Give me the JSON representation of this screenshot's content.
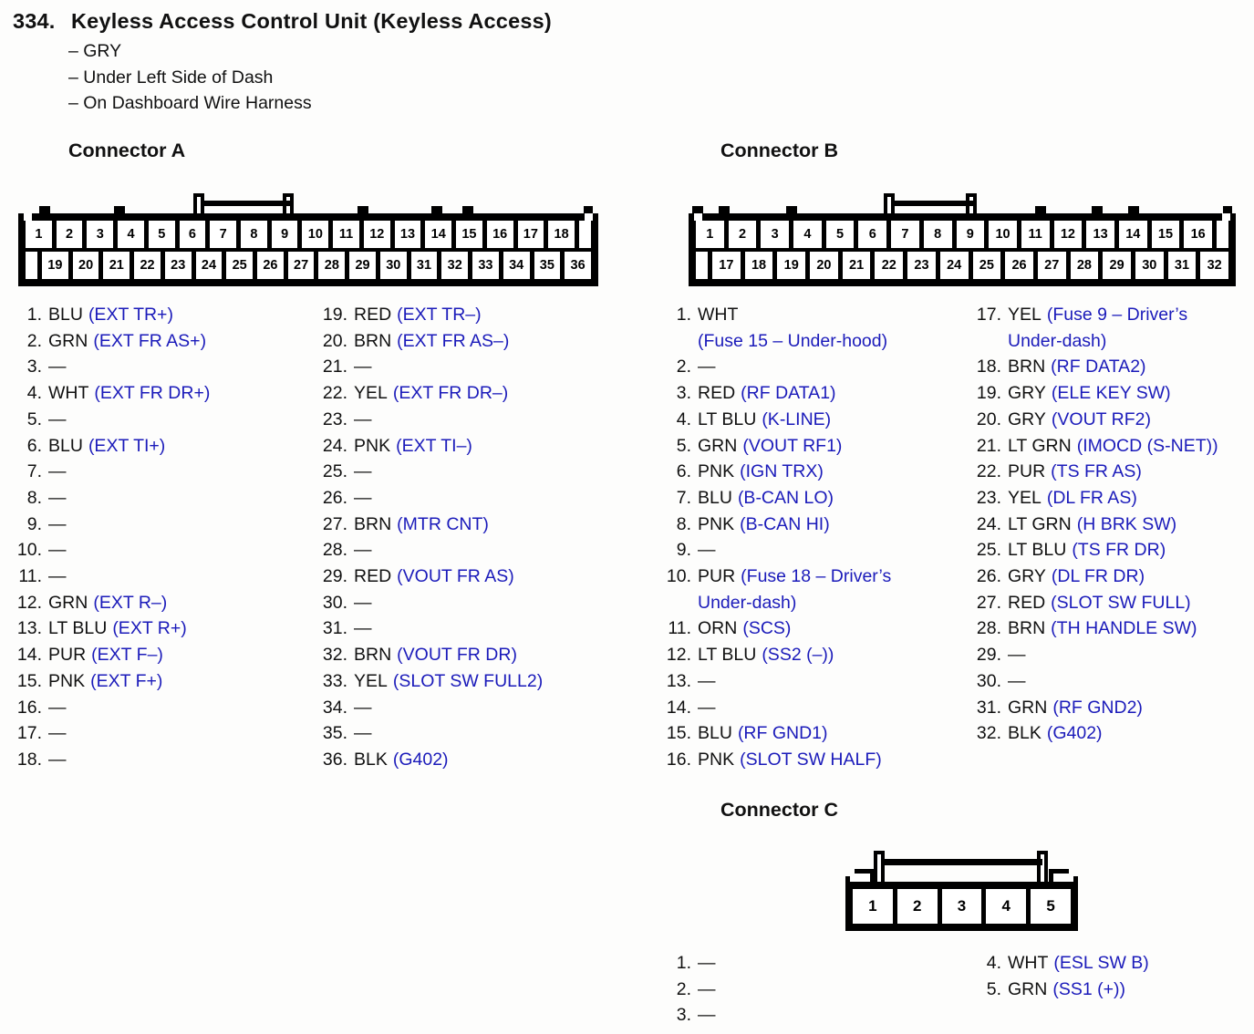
{
  "page": {
    "number": "334.",
    "title": "Keyless Access Control Unit (Keyless Access)",
    "bullets": [
      "– GRY",
      "– Under Left Side of Dash",
      "– On Dashboard Wire Harness"
    ]
  },
  "colors": {
    "signal_blue": "#1b1bba",
    "ink": "#111111"
  },
  "connector_a": {
    "heading": "Connector A",
    "diagram": {
      "top": [
        "1",
        "2",
        "3",
        "4",
        "5",
        "6",
        "7",
        "8",
        "9",
        "10",
        "11",
        "12",
        "13",
        "14",
        "15",
        "16",
        "17",
        "18"
      ],
      "bottom": [
        "19",
        "20",
        "21",
        "22",
        "23",
        "24",
        "25",
        "26",
        "27",
        "28",
        "29",
        "30",
        "31",
        "32",
        "33",
        "34",
        "35",
        "36"
      ]
    },
    "pins_left": [
      {
        "num": "1.",
        "color": "BLU",
        "signal": [
          "(EXT TR+)"
        ]
      },
      {
        "num": "2.",
        "color": "GRN",
        "signal": [
          "(EXT FR AS+)"
        ]
      },
      {
        "num": "3.",
        "color": "—",
        "signal": []
      },
      {
        "num": "4.",
        "color": "WHT",
        "signal": [
          "(EXT FR DR+)"
        ]
      },
      {
        "num": "5.",
        "color": "—",
        "signal": []
      },
      {
        "num": "6.",
        "color": "BLU",
        "signal": [
          "(EXT TI+)"
        ]
      },
      {
        "num": "7.",
        "color": "—",
        "signal": []
      },
      {
        "num": "8.",
        "color": "—",
        "signal": []
      },
      {
        "num": "9.",
        "color": "—",
        "signal": []
      },
      {
        "num": "10.",
        "color": "—",
        "signal": []
      },
      {
        "num": "11.",
        "color": "—",
        "signal": []
      },
      {
        "num": "12.",
        "color": "GRN",
        "signal": [
          "(EXT R–)"
        ]
      },
      {
        "num": "13.",
        "color": "LT BLU",
        "signal": [
          "(EXT R+)"
        ]
      },
      {
        "num": "14.",
        "color": "PUR",
        "signal": [
          "(EXT F–)"
        ]
      },
      {
        "num": "15.",
        "color": "PNK",
        "signal": [
          "(EXT F+)"
        ]
      },
      {
        "num": "16.",
        "color": "—",
        "signal": []
      },
      {
        "num": "17.",
        "color": "—",
        "signal": []
      },
      {
        "num": "18.",
        "color": "—",
        "signal": []
      }
    ],
    "pins_right": [
      {
        "num": "19.",
        "color": "RED",
        "signal": [
          "(EXT TR–)"
        ]
      },
      {
        "num": "20.",
        "color": "BRN",
        "signal": [
          "(EXT FR AS–)"
        ]
      },
      {
        "num": "21.",
        "color": "—",
        "signal": []
      },
      {
        "num": "22.",
        "color": "YEL",
        "signal": [
          "(EXT FR DR–)"
        ]
      },
      {
        "num": "23.",
        "color": "—",
        "signal": []
      },
      {
        "num": "24.",
        "color": "PNK",
        "signal": [
          "(EXT TI–)"
        ]
      },
      {
        "num": "25.",
        "color": "—",
        "signal": []
      },
      {
        "num": "26.",
        "color": "—",
        "signal": []
      },
      {
        "num": "27.",
        "color": "BRN",
        "signal": [
          "(MTR CNT)"
        ]
      },
      {
        "num": "28.",
        "color": "—",
        "signal": []
      },
      {
        "num": "29.",
        "color": "RED",
        "signal": [
          "(VOUT FR AS)"
        ]
      },
      {
        "num": "30.",
        "color": "—",
        "signal": []
      },
      {
        "num": "31.",
        "color": "—",
        "signal": []
      },
      {
        "num": "32.",
        "color": "BRN",
        "signal": [
          "(VOUT FR DR)"
        ]
      },
      {
        "num": "33.",
        "color": "YEL",
        "signal": [
          "(SLOT SW FULL2)"
        ]
      },
      {
        "num": "34.",
        "color": "—",
        "signal": []
      },
      {
        "num": "35.",
        "color": "—",
        "signal": []
      },
      {
        "num": "36.",
        "color": "BLK",
        "signal": [
          "(G402)"
        ]
      }
    ]
  },
  "connector_b": {
    "heading": "Connector B",
    "diagram": {
      "top": [
        "1",
        "2",
        "3",
        "4",
        "5",
        "6",
        "7",
        "8",
        "9",
        "10",
        "11",
        "12",
        "13",
        "14",
        "15",
        "16"
      ],
      "bottom": [
        "17",
        "18",
        "19",
        "20",
        "21",
        "22",
        "23",
        "24",
        "25",
        "26",
        "27",
        "28",
        "29",
        "30",
        "31",
        "32"
      ]
    },
    "pins_left": [
      {
        "num": "1.",
        "color": "WHT",
        "signal": [
          "(Fuse 15 – Under-hood)"
        ],
        "newline": true
      },
      {
        "num": "2.",
        "color": "—",
        "signal": []
      },
      {
        "num": "3.",
        "color": "RED",
        "signal": [
          "(RF DATA1)"
        ]
      },
      {
        "num": "4.",
        "color": "LT BLU",
        "signal": [
          "(K-LINE)"
        ]
      },
      {
        "num": "5.",
        "color": "GRN",
        "signal": [
          "(VOUT RF1)"
        ]
      },
      {
        "num": "6.",
        "color": "PNK",
        "signal": [
          "(IGN TRX)"
        ]
      },
      {
        "num": "7.",
        "color": "BLU",
        "signal": [
          "(B-CAN LO)"
        ]
      },
      {
        "num": "8.",
        "color": "PNK",
        "signal": [
          "(B-CAN HI)"
        ]
      },
      {
        "num": "9.",
        "color": "—",
        "signal": []
      },
      {
        "num": "10.",
        "color": "PUR",
        "signal": [
          "(Fuse 18 – Driver’s",
          "Under-dash)"
        ]
      },
      {
        "num": "11.",
        "color": "ORN",
        "signal": [
          "(SCS)"
        ]
      },
      {
        "num": "12.",
        "color": "LT BLU",
        "signal": [
          "(SS2 (–))"
        ]
      },
      {
        "num": "13.",
        "color": "—",
        "signal": []
      },
      {
        "num": "14.",
        "color": "—",
        "signal": []
      },
      {
        "num": "15.",
        "color": "BLU",
        "signal": [
          "(RF GND1)"
        ]
      },
      {
        "num": "16.",
        "color": "PNK",
        "signal": [
          "(SLOT SW HALF)"
        ]
      }
    ],
    "pins_right": [
      {
        "num": "17.",
        "color": "YEL",
        "signal": [
          "(Fuse 9 – Driver’s",
          "Under-dash)"
        ]
      },
      {
        "num": "18.",
        "color": "BRN",
        "signal": [
          "(RF DATA2)"
        ]
      },
      {
        "num": "19.",
        "color": "GRY",
        "signal": [
          "(ELE KEY SW)"
        ]
      },
      {
        "num": "20.",
        "color": "GRY",
        "signal": [
          "(VOUT RF2)"
        ]
      },
      {
        "num": "21.",
        "color": "LT GRN",
        "signal": [
          "(IMOCD (S-NET))"
        ]
      },
      {
        "num": "22.",
        "color": "PUR",
        "signal": [
          "(TS FR AS)"
        ]
      },
      {
        "num": "23.",
        "color": "YEL",
        "signal": [
          "(DL FR AS)"
        ]
      },
      {
        "num": "24.",
        "color": "LT GRN",
        "signal": [
          "(H BRK SW)"
        ]
      },
      {
        "num": "25.",
        "color": "LT BLU",
        "signal": [
          "(TS FR DR)"
        ]
      },
      {
        "num": "26.",
        "color": "GRY",
        "signal": [
          "(DL FR DR)"
        ]
      },
      {
        "num": "27.",
        "color": "RED",
        "signal": [
          "(SLOT SW FULL)"
        ]
      },
      {
        "num": "28.",
        "color": "BRN",
        "signal": [
          "(TH HANDLE SW)"
        ]
      },
      {
        "num": "29.",
        "color": "—",
        "signal": []
      },
      {
        "num": "30.",
        "color": "—",
        "signal": []
      },
      {
        "num": "31.",
        "color": "GRN",
        "signal": [
          "(RF GND2)"
        ]
      },
      {
        "num": "32.",
        "color": "BLK",
        "signal": [
          "(G402)"
        ]
      }
    ]
  },
  "connector_c": {
    "heading": "Connector C",
    "diagram": {
      "row": [
        "1",
        "2",
        "3",
        "4",
        "5"
      ]
    },
    "pins_left": [
      {
        "num": "1.",
        "color": "—",
        "signal": []
      },
      {
        "num": "2.",
        "color": "—",
        "signal": []
      },
      {
        "num": "3.",
        "color": "—",
        "signal": []
      }
    ],
    "pins_right": [
      {
        "num": "4.",
        "color": "WHT",
        "signal": [
          "(ESL SW B)"
        ]
      },
      {
        "num": "5.",
        "color": "GRN",
        "signal": [
          "(SS1 (+))"
        ]
      }
    ]
  }
}
